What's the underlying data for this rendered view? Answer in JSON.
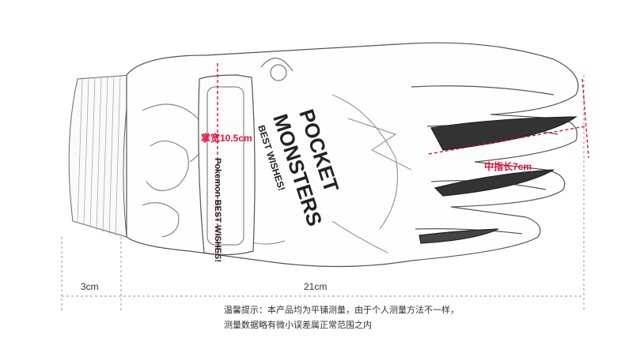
{
  "product": {
    "brand_text_line1": "POCKET",
    "brand_text_line2": "MONSTERS",
    "brand_text_line3": "BEST WISHES!",
    "strap_text": "Pokemon BEST WISHES!"
  },
  "measurements": {
    "palm_width": "掌宽10.5cm",
    "middle_finger_length": "中指长7cm",
    "cuff_length": "3cm",
    "glove_length": "21cm"
  },
  "note": {
    "line1": "温馨提示：本产品均为平铺测量，由于个人测量方法不一样，",
    "line2": "测量数据略有微小误差属正常范围之内"
  },
  "colors": {
    "measure_red": "#e0103a",
    "sketch_line": "#555555",
    "guide_gray": "#9a9a9a"
  }
}
